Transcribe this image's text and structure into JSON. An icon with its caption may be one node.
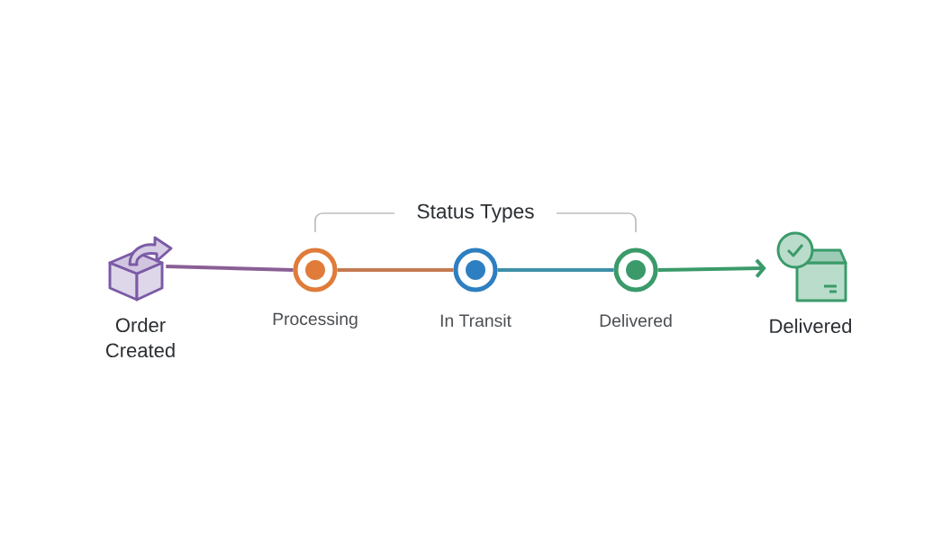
{
  "diagram": {
    "nodes": [
      {
        "text": [
          "Order Created"
        ]
      },
      {
        "text": [
          "Processing"
        ]
      },
      {
        "text": [
          "In Transit"
        ]
      },
      {
        "text": [
          "Delivered"
        ]
      },
      {
        "text": [
          "Delivered"
        ]
      }
    ],
    "edges": [
      {
        "from": 0,
        "to": 1,
        "arrow": "none",
        "color": "#8a5f94"
      },
      {
        "from": 1,
        "to": 2,
        "arrow": "none",
        "color": "#c47a52"
      },
      {
        "from": 2,
        "to": 3,
        "arrow": "none",
        "color": "#3f8fa8"
      },
      {
        "from": 3,
        "to": 4,
        "arrow": "to",
        "color": "#3a9a6a"
      }
    ],
    "labels": [
      "Status Types"
    ]
  }
}
